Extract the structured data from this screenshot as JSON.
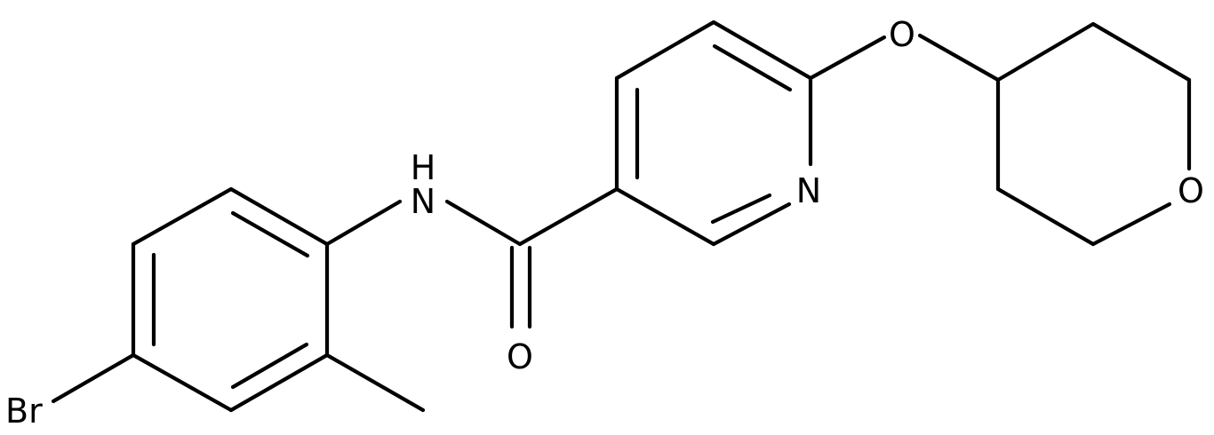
{
  "colors": {
    "background": "#ffffff",
    "bond": "#000000",
    "text": "#000000"
  },
  "labels": {
    "bromine": "Br",
    "amide_nitrogen": "N",
    "amide_hydrogen": "H",
    "carbonyl_oxygen": "O",
    "pyridine_nitrogen": "N",
    "ether_oxygen": "O",
    "ring_oxygen": "O"
  }
}
